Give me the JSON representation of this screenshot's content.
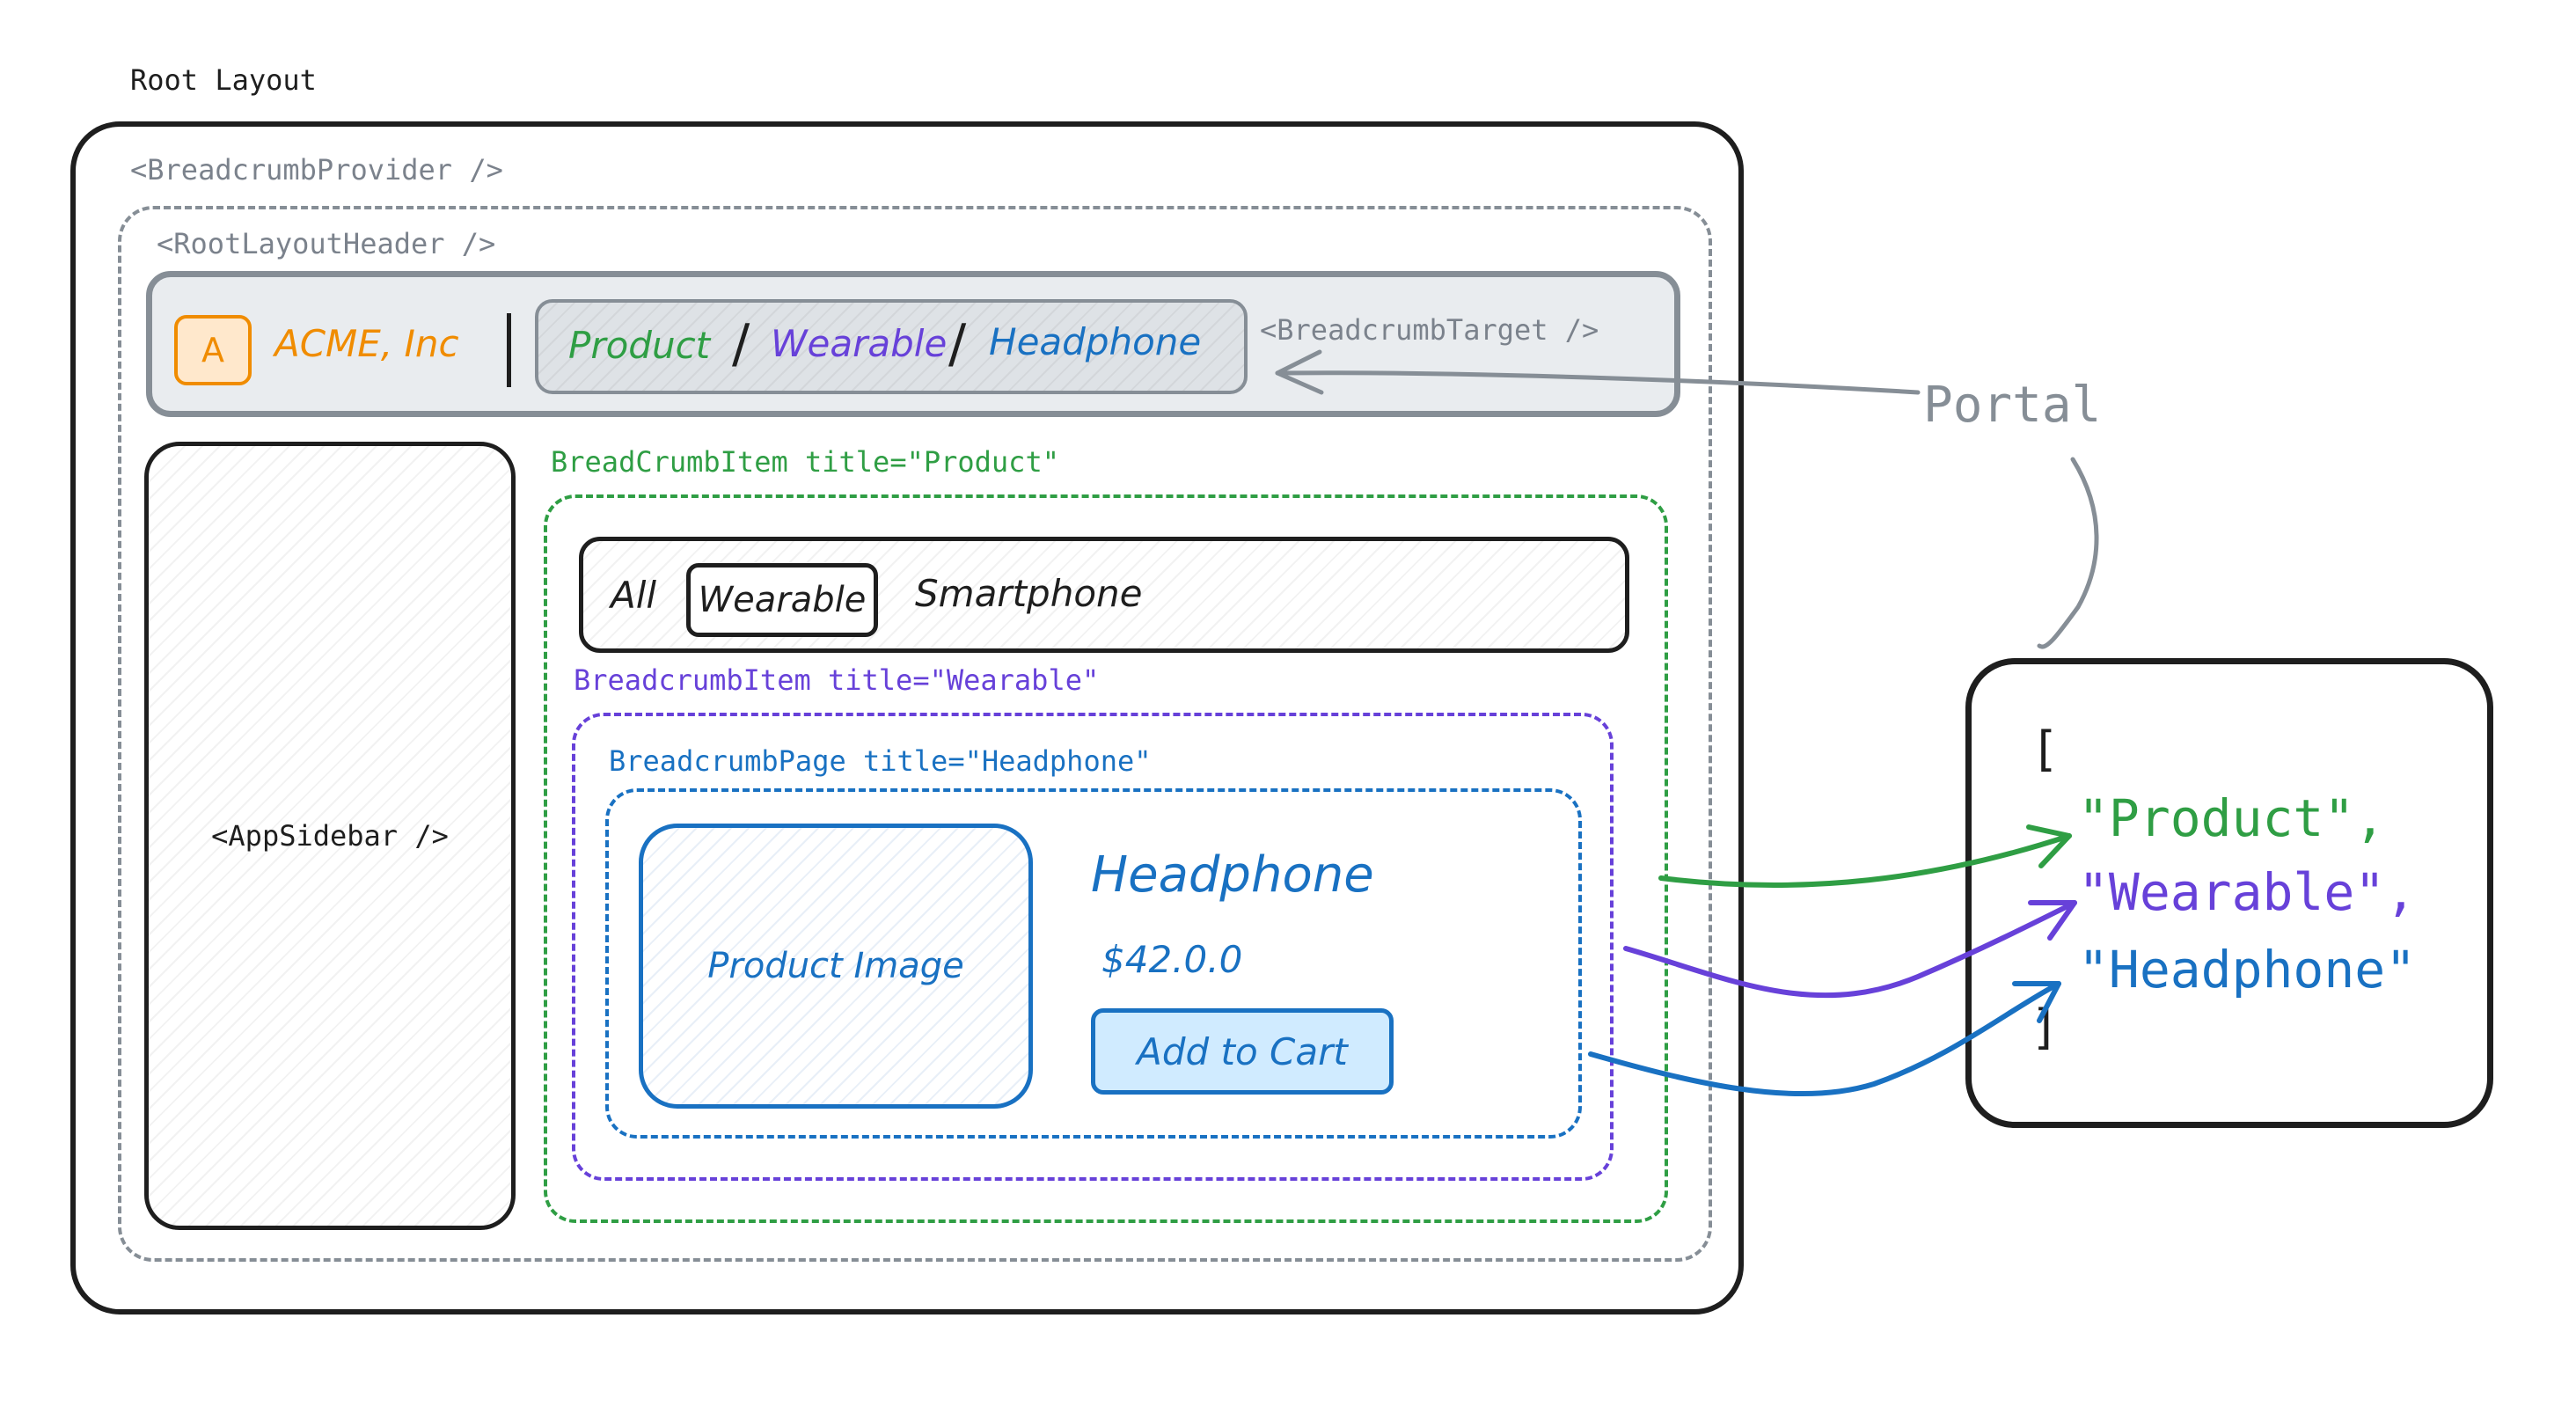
{
  "title": "Root Layout",
  "providers": {
    "breadcrumb_provider": "<BreadcrumbProvider />",
    "root_layout_header": "<RootLayoutHeader />",
    "breadcrumb_target": "<BreadcrumbTarget />",
    "app_sidebar": "<AppSidebar />"
  },
  "header": {
    "logo_letter": "A",
    "company": "ACME, Inc",
    "breadcrumb": [
      "Product",
      "Wearable",
      "Headphone"
    ],
    "separator": "/"
  },
  "portal_label": "Portal",
  "breadcrumb_item_product": "BreadCrumbItem title=\"Product\"",
  "tabs": {
    "items": [
      "All",
      "Wearable",
      "Smartphone"
    ],
    "selected": "Wearable"
  },
  "breadcrumb_item_wearable": "BreadcrumbItem title=\"Wearable\"",
  "breadcrumb_page_headphone": "BreadcrumbPage title=\"Headphone\"",
  "product": {
    "image_label": "Product Image",
    "name": "Headphone",
    "price": "$42.0.0",
    "cta": "Add to Cart"
  },
  "array_box": {
    "open_bracket": "[",
    "items": [
      "\"Product\",",
      "\"Wearable\",",
      "\"Headphone\""
    ],
    "close_bracket": "]"
  },
  "colors": {
    "green": "#2f9e44",
    "purple": "#6741d9",
    "blue": "#1971c2",
    "orange": "#f08c00",
    "gray": "#868e96",
    "black": "#1e1e1e"
  }
}
